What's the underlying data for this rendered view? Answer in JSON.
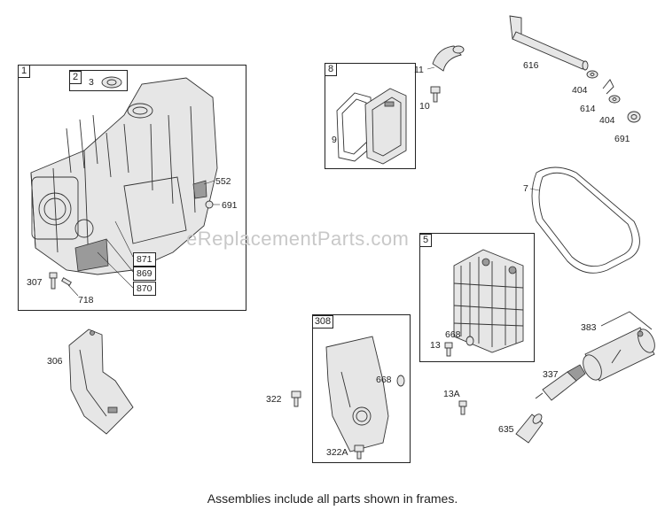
{
  "frames": {
    "block": {
      "tag": "1"
    },
    "seal": {
      "tag": "2"
    },
    "gasket_kit": {
      "tag": "8"
    },
    "cylinder_head": {
      "tag": "5"
    },
    "shield": {
      "tag": "308"
    }
  },
  "labels": {
    "l3": "3",
    "l552": "552",
    "l691a": "691",
    "l871": "871",
    "l869": "869",
    "l870": "870",
    "l307": "307",
    "l718": "718",
    "l306": "306",
    "l11": "11",
    "l10": "10",
    "l9": "9",
    "l616": "616",
    "l404a": "404",
    "l614": "614",
    "l404b": "404",
    "l691b": "691",
    "l7": "7",
    "l13": "13",
    "l668a": "668",
    "l383": "383",
    "l337": "337",
    "l635": "635",
    "l13a": "13A",
    "l322": "322",
    "l668b": "668",
    "l322a": "322A"
  },
  "watermark": "eReplacementParts.com",
  "footer": "Assemblies include all parts shown in frames."
}
